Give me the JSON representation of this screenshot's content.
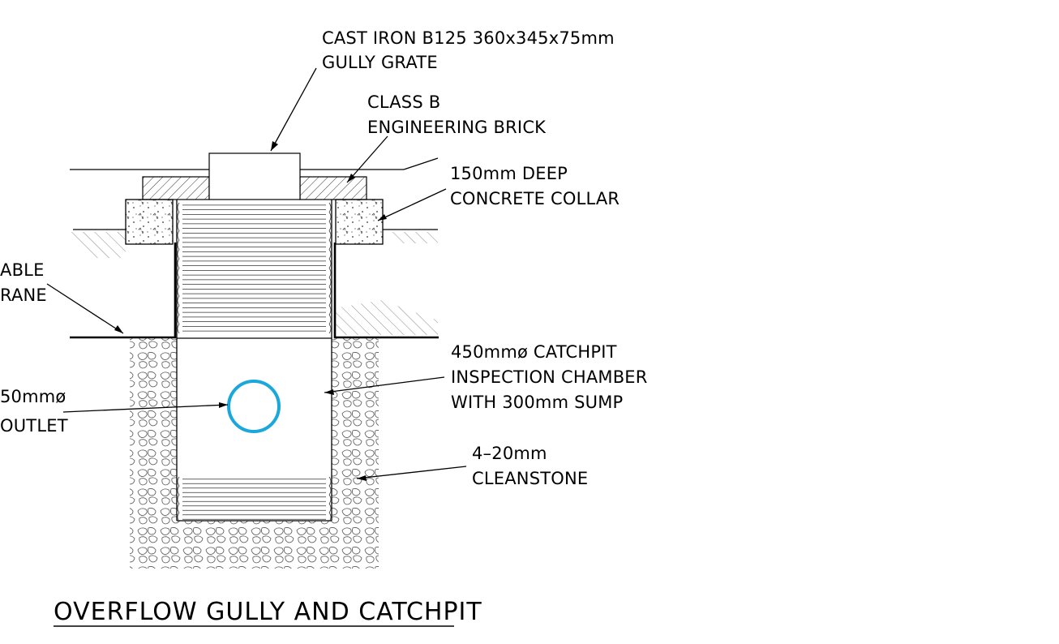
{
  "title": "OVERFLOW GULLY AND CATCHPIT",
  "labels": {
    "grate_line1": "CAST IRON B125 360x345x75mm",
    "grate_line2": "GULLY GRATE",
    "brick_line1": "CLASS B",
    "brick_line2": "ENGINEERING BRICK",
    "collar_line1": "150mm DEEP",
    "collar_line2": "CONCRETE COLLAR",
    "membrane_line1": "ABLE",
    "membrane_line2": "RANE",
    "catchpit_line1": "450mmø CATCHPIT",
    "catchpit_line2": "INSPECTION CHAMBER",
    "catchpit_line3": "WITH 300mm SUMP",
    "outlet_line1": "50mmø",
    "outlet_line2": "OUTLET",
    "stone_line1": "4–20mm",
    "stone_line2": "CLEANSTONE"
  },
  "colors": {
    "line": "#000000",
    "outlet_pipe": "#1aa7dc",
    "background": "#ffffff"
  }
}
